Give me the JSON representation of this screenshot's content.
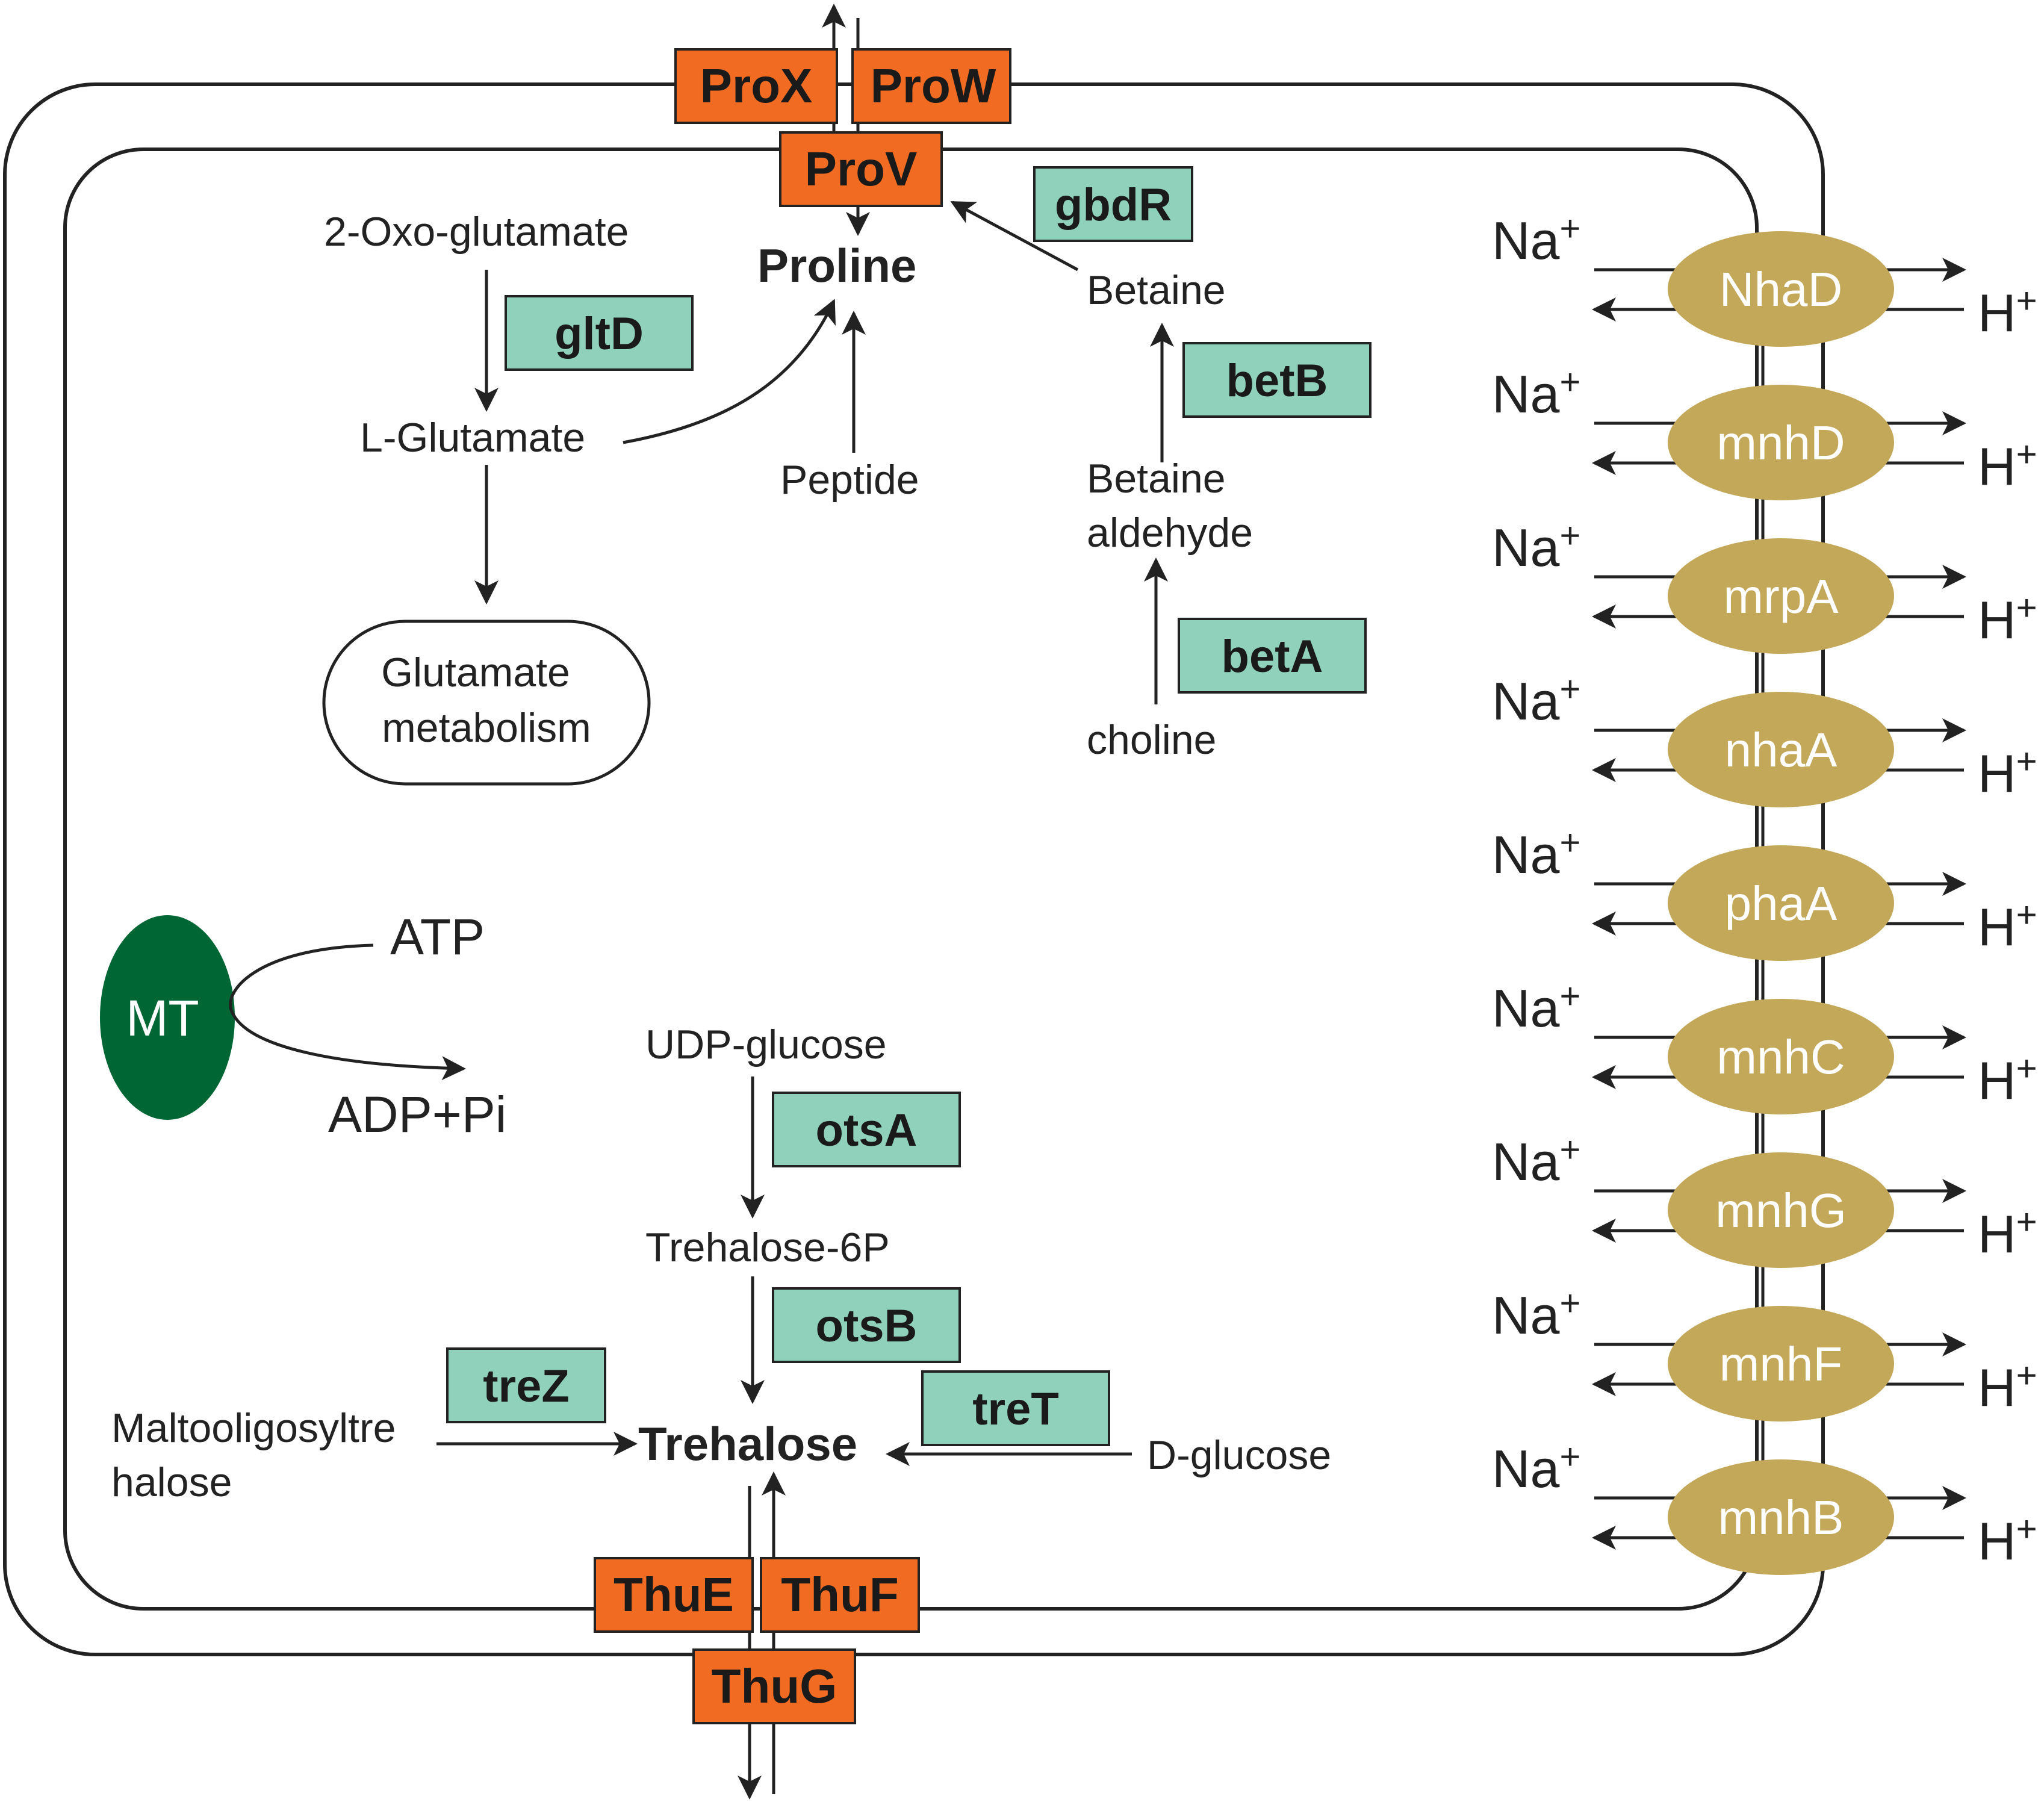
{
  "colors": {
    "transporter": "#f26b22",
    "enzyme": "#8fd1bb",
    "antiporter": "#c4a85a",
    "mt": "#006633",
    "line": "#222222"
  },
  "transporters": {
    "prox": "ProX",
    "prow": "ProW",
    "prov": "ProV",
    "thue": "ThuE",
    "thuf": "ThuF",
    "thug": "ThuG"
  },
  "enzymes": {
    "gltd": "gltD",
    "gbdr": "gbdR",
    "betb": "betB",
    "beta": "betA",
    "otsa": "otsA",
    "otsb": "otsB",
    "trez": "treZ",
    "tret": "treT"
  },
  "metabolites": {
    "oxoglutamate": "2-Oxo-glutamate",
    "proline": "Proline",
    "lglutamate": "L-Glutamate",
    "peptide": "Peptide",
    "betaine": "Betaine",
    "betaine_aldehyde_1": "Betaine",
    "betaine_aldehyde_2": "aldehyde",
    "choline": "choline",
    "glutamate_metabolism_1": "Glutamate",
    "glutamate_metabolism_2": "metabolism",
    "udp_glucose": "UDP-glucose",
    "trehalose6p": "Trehalose-6P",
    "trehalose": "Trehalose",
    "maltooligosyl_1": "Maltooligosyltre",
    "maltooligosyl_2": "halose",
    "dglucose": "D-glucose"
  },
  "mt": {
    "label": "MT",
    "atp": "ATP",
    "adp": "ADP+Pi"
  },
  "ions": {
    "na": "Na",
    "h": "H",
    "plus": "+"
  },
  "antiporters": [
    "NhaD",
    "mnhD",
    "mrpA",
    "nhaA",
    "phaA",
    "mnhC",
    "mnhG",
    "mnhF",
    "mnhB"
  ]
}
